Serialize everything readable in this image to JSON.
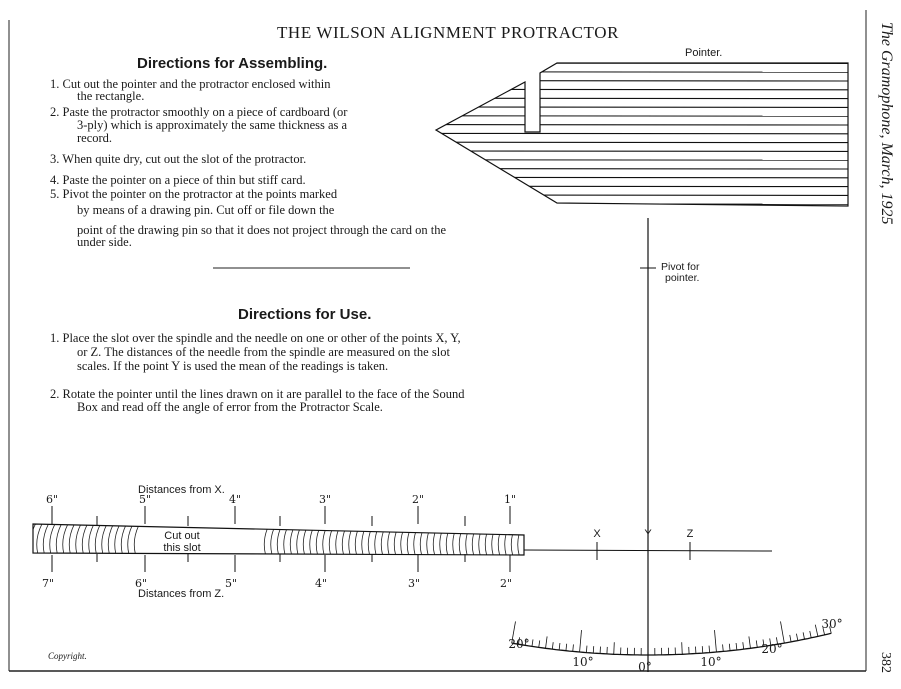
{
  "title": "THE WILSON ALIGNMENT PROTRACTOR",
  "side_caption": "The Gramophone, March, 1925",
  "page_number": "382",
  "copyright": "Copyright.",
  "assembling": {
    "heading": "Directions for Assembling.",
    "items": [
      {
        "lines": [
          "1.  Cut out the pointer and the protractor enclosed within",
          "the rectangle."
        ]
      },
      {
        "lines": [
          "2.  Paste the protractor smoothly on a piece of cardboard (or",
          "3-ply) which is approximately the same thickness as a",
          "record."
        ]
      },
      {
        "lines": [
          "3.  When quite dry, cut out the slot of the protractor."
        ]
      },
      {
        "lines": [
          "4.  Paste the pointer on a piece of thin but stiff card."
        ]
      },
      {
        "lines": [
          "5.  Pivot the pointer on the protractor at the points marked",
          "by means of a drawing pin.   Cut off or file down the",
          "point of the drawing pin so that it does not project through the card on the",
          "under side."
        ]
      }
    ]
  },
  "use": {
    "heading": "Directions for Use.",
    "items": [
      {
        "lines": [
          "1.  Place the slot over the spindle and the needle on one or other of the points X, Y,",
          "or Z.  The distances of the needle from the spindle are measured on the slot",
          "scales.  If the point Y is used the mean of the readings is taken."
        ]
      },
      {
        "lines": [
          "2.  Rotate the pointer until the lines drawn on it are parallel to the face of the Sound",
          "Box and read off the angle of error from the Protractor Scale."
        ]
      }
    ]
  },
  "diagram": {
    "pointer_label": "Pointer.",
    "pivot_label": [
      "Pivot for",
      "pointer."
    ],
    "slot_label": [
      "Cut out",
      "this slot"
    ],
    "distances_x_label": "Distances from X.",
    "distances_z_label": "Distances from Z.",
    "top_scale": [
      "6\"",
      "5\"",
      "4\"",
      "3\"",
      "2\"",
      "1\""
    ],
    "bottom_scale": [
      "7\"",
      "6\"",
      "5\"",
      "4\"",
      "3\"",
      "2\""
    ],
    "points": [
      "X",
      "Y",
      "Z"
    ],
    "protractor_labels": [
      "20°",
      "10°",
      "0°",
      "10°",
      "20°",
      "30°"
    ]
  }
}
